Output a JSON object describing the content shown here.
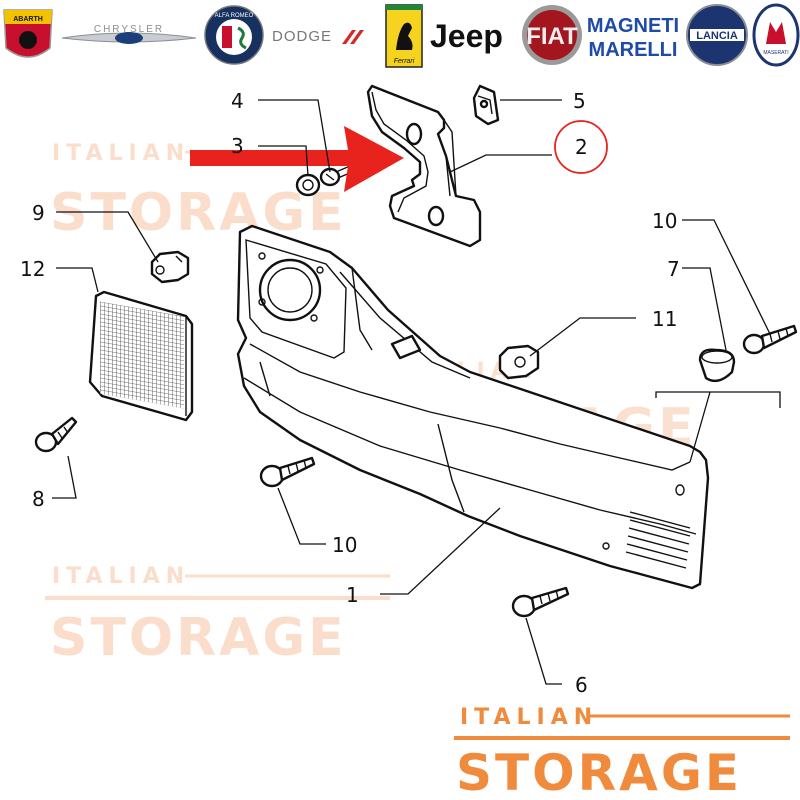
{
  "brand_bar": {
    "logos": [
      {
        "name": "abarth-logo",
        "label": "ABARTH"
      },
      {
        "name": "chrysler-logo",
        "label": "CHRYSLER"
      },
      {
        "name": "alfa-romeo-logo",
        "label": "ALFA ROMEO"
      },
      {
        "name": "dodge-logo",
        "label": "DODGE"
      },
      {
        "name": "ferrari-logo",
        "label": "Ferrari"
      },
      {
        "name": "jeep-logo",
        "label": "Jeep"
      },
      {
        "name": "fiat-logo",
        "label": "FIAT"
      },
      {
        "name": "magneti-marelli-logo",
        "label_line1": "MAGNETI",
        "label_line2": "MARELLI"
      },
      {
        "name": "lancia-logo",
        "label": "LANCIA"
      },
      {
        "name": "maserati-logo",
        "label": "MASERATI"
      }
    ]
  },
  "callouts": {
    "c1": "1",
    "c2": "2",
    "c3": "3",
    "c4": "4",
    "c5": "5",
    "c6": "6",
    "c7": "7",
    "c8": "8",
    "c9": "9",
    "c10a": "10",
    "c10b": "10",
    "c11": "11",
    "c12": "12"
  },
  "highlighted_part": "2",
  "watermark": {
    "line1": "ITALIAN",
    "line2": "STORAGE"
  },
  "footer_logo": {
    "line1": "ITALIAN",
    "line2": "STORAGE"
  },
  "colors": {
    "accent_red": "#e8231e",
    "watermark_orange": "#f08a3c",
    "watermark_faint": "#fbe3cf",
    "line": "#111111"
  }
}
